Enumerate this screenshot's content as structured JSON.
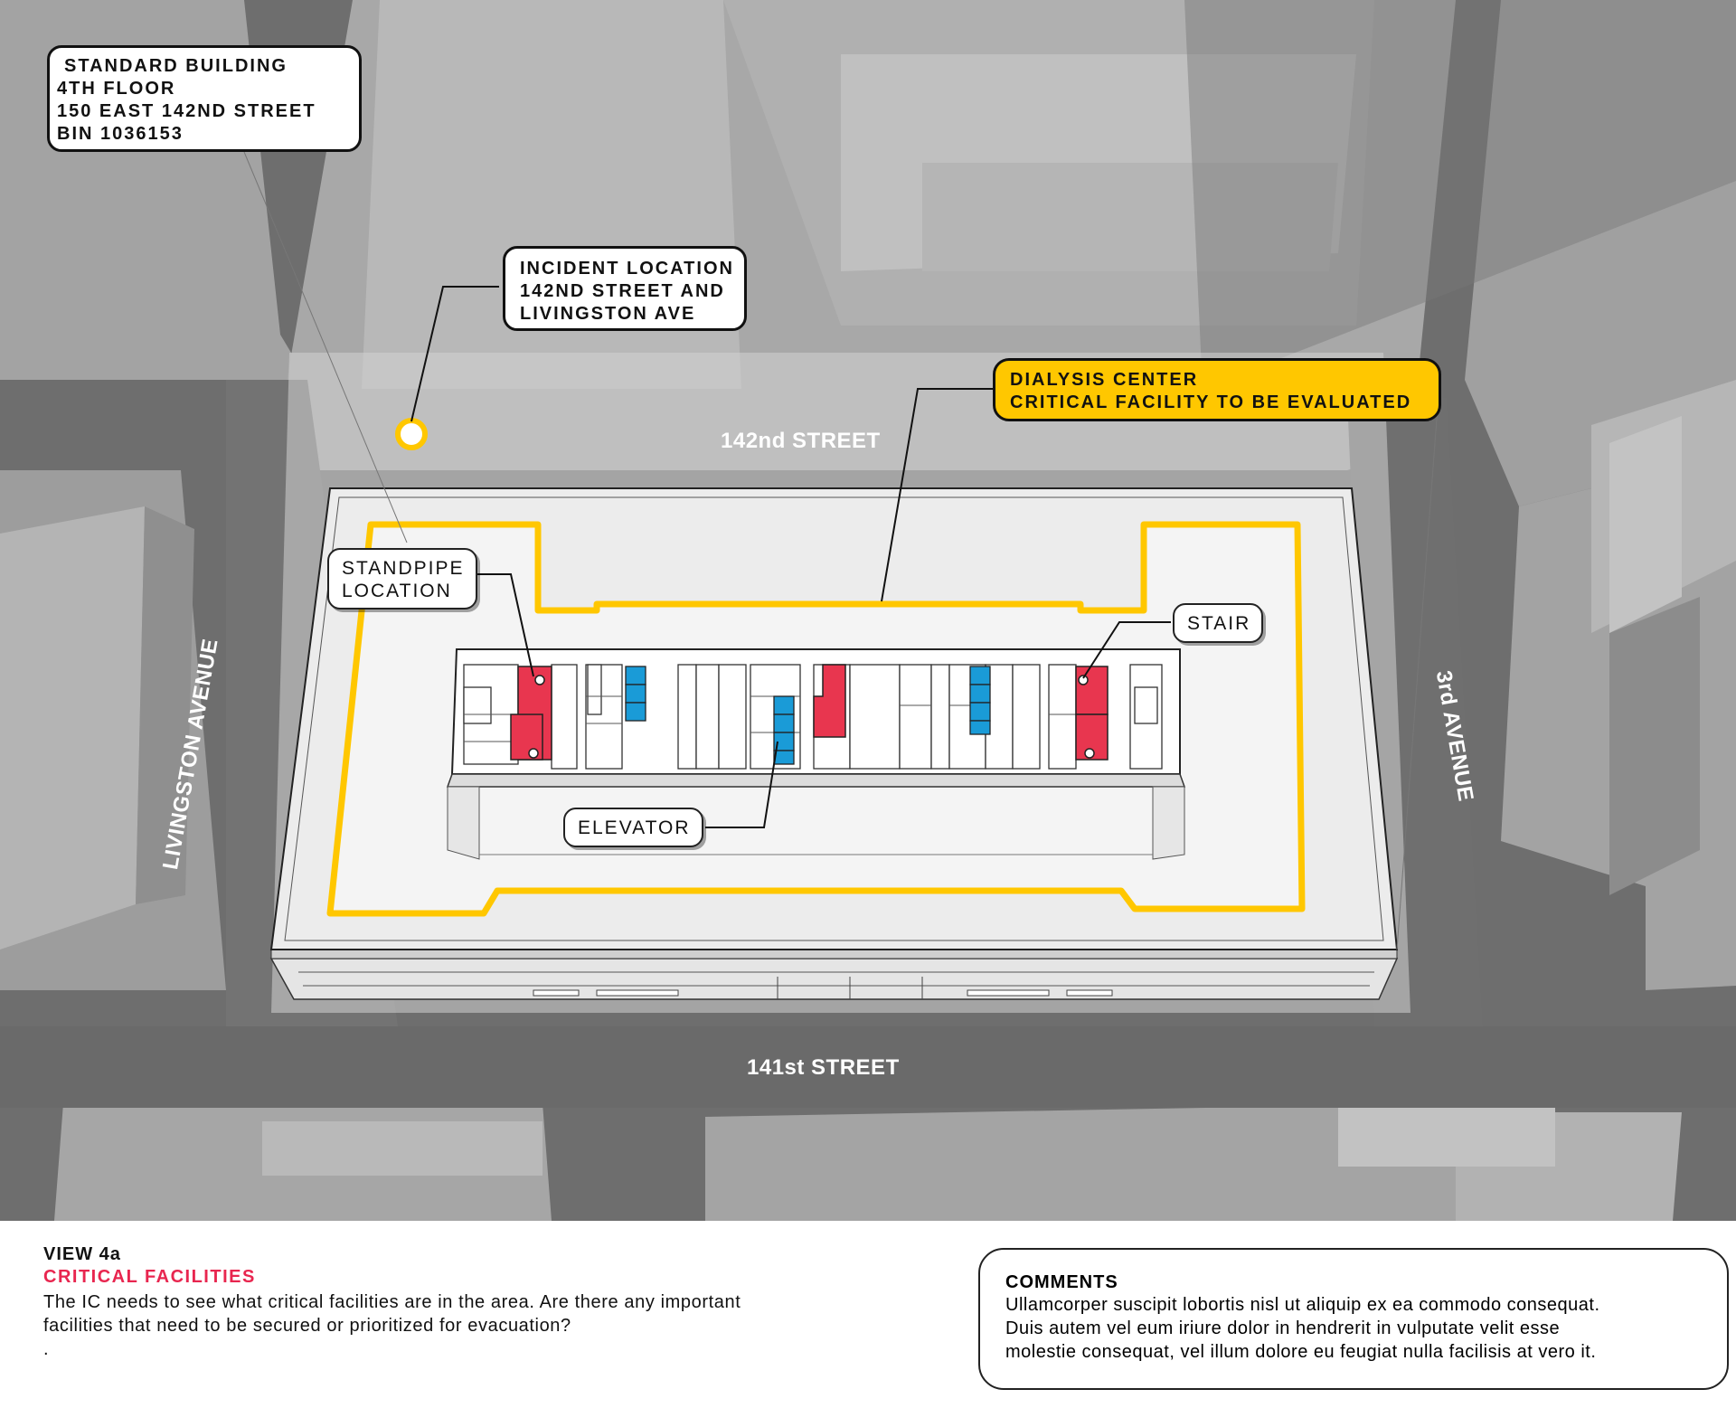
{
  "building_label": {
    "lines": [
      "STANDARD BUILDING",
      "4TH FLOOR",
      "150 EAST 142ND STREET",
      "BIN 1036153"
    ]
  },
  "incident_label": {
    "lines": [
      "INCIDENT LOCATION",
      "142ND STREET AND",
      "LIVINGSTON AVE"
    ]
  },
  "dialysis_label": {
    "lines": [
      "DIALYSIS CENTER",
      "CRITICAL FACILITY TO BE EVALUATED"
    ]
  },
  "standpipe_label": {
    "lines": [
      "STANDPIPE",
      "LOCATION"
    ]
  },
  "stair_label": "STAIR",
  "elevator_label": "ELEVATOR",
  "streets": {
    "north": "142nd STREET",
    "south": "141st STREET",
    "west": "LIVINGSTON AVENUE",
    "east": "3rd AVENUE"
  },
  "footer": {
    "view": "VIEW 4a",
    "section": "CRITICAL FACILITIES",
    "description_lines": [
      "The IC needs to see what critical facilities are in the area. Are there any important",
      "facilities that need to be secured or prioritized for evacuation?",
      "."
    ],
    "comments_title": "COMMENTS",
    "comments_lines": [
      "Ullamcorper suscipit lobortis nisl ut aliquip ex ea commodo consequat.",
      "Duis autem vel eum iriure dolor in hendrerit in vulputate velit esse",
      "molestie consequat, vel illum dolore eu feugiat nulla facilisis at vero it."
    ]
  },
  "colors": {
    "highlight_yellow": "#ffc700",
    "stair_red": "#e8364f",
    "elevator_blue": "#1a9bd7",
    "section_title_red": "#e8264f",
    "street_gray": "#6f6f6f",
    "block_gray": "#a9a9a9"
  }
}
